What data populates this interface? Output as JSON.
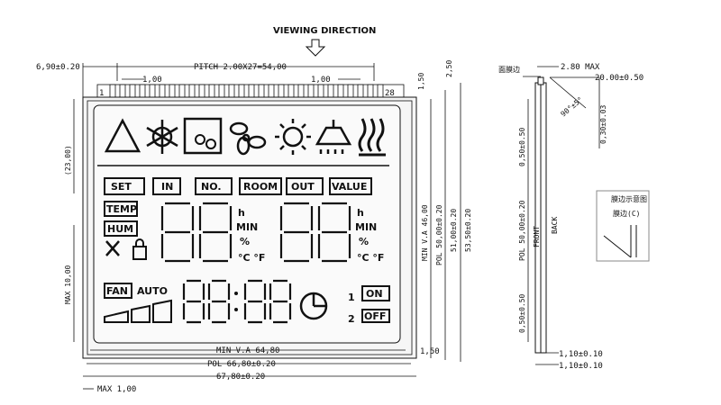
{
  "title": "VIEWING DIRECTION",
  "front": {
    "pitch": "PITCH 2.00X27=54,00",
    "pitch_left": "1,00",
    "pitch_right": "1,00",
    "left_edge": "6,90±0.20",
    "pin_first": "1",
    "pin_last": "28",
    "top_gap": "1,50",
    "top_gap2": "2,50",
    "height_23": "(23,00)",
    "max_10": "MAX 10,00",
    "min_va_h": "MIN V.A 46,00",
    "pol_h": "POL 50,00±0.20",
    "outline_h1": "51,00±0.20",
    "outline_h2": "53,50±0.20",
    "min_va_w": "MIN V.A 64,80",
    "pol_w": "POL 66,80±0.20",
    "outline_w": "67,80±0.20",
    "bottom_gap": "1,50",
    "max_1": "MAX 1,00"
  },
  "segments": {
    "labels": [
      "SET",
      "IN",
      "NO.",
      "ROOM",
      "OUT",
      "VALUE"
    ],
    "temp": "TEMP",
    "hum": "HUM",
    "h1": "h",
    "min1": "MIN",
    "pct1": "%",
    "deg1": "°C °F",
    "h2": "h",
    "min2": "MIN",
    "pct2": "%",
    "deg2": "°C °F",
    "fan": "FAN",
    "auto": "AUTO",
    "one": "1",
    "on": "ON",
    "two": "2",
    "off": "OFF"
  },
  "side": {
    "label_cn": "面膜边",
    "max_280": "2.80 MAX",
    "dim_20": "20.00±0.50",
    "angle": "90°±5°",
    "dim_030": "0,30±0.03",
    "dim_050a": "0,50±0.50",
    "pol_50": "POL 50,00±0.20",
    "front": "FRONT",
    "back": "BACK",
    "dim_050b": "0,50±0.50",
    "dim_110a": "1,10±0.10",
    "dim_110b": "1,10±0.10",
    "detail_title": "膜边示意图",
    "detail_sub": "膜边(C)"
  }
}
